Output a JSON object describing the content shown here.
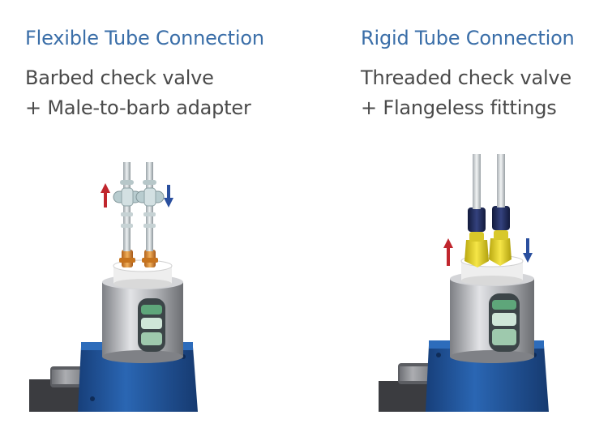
{
  "panels": [
    {
      "title": "Flexible Tube Connection",
      "line1": "Barbed check valve",
      "line2": "+ Male-to-barb adapter"
    },
    {
      "title": "Rigid Tube Connection",
      "line1": "Threaded check valve",
      "line2": "+ Flangeless fittings"
    }
  ],
  "colors": {
    "heading": "#3a6ea8",
    "body_text": "#4a4a4a",
    "arrow_up": "#c0262d",
    "arrow_down": "#2a4f9e",
    "pump_body": "#1f5aa6",
    "barb_fitting": "#e0922a",
    "flangeless_fitting": "#e6d21f",
    "nut_navy": "#1e2a5c"
  },
  "icons": [
    "arrow-up-icon",
    "arrow-down-icon"
  ]
}
